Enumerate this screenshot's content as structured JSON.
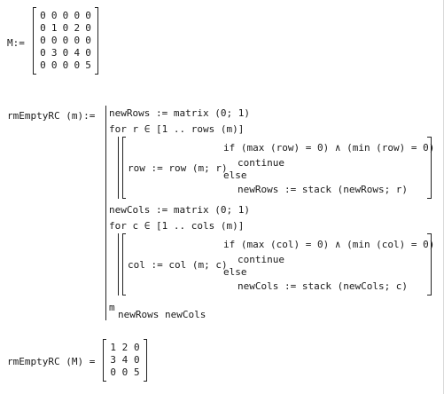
{
  "m_def": {
    "lhs": "M",
    "assign": ":=",
    "rows": [
      [
        "0",
        "0",
        "0",
        "0",
        "0"
      ],
      [
        "0",
        "1",
        "0",
        "2",
        "0"
      ],
      [
        "0",
        "0",
        "0",
        "0",
        "0"
      ],
      [
        "0",
        "3",
        "0",
        "4",
        "0"
      ],
      [
        "0",
        "0",
        "0",
        "0",
        "5"
      ]
    ]
  },
  "fn_def": {
    "name": "rmEmptyRC",
    "param": "m",
    "assign": ":=",
    "line1": "newRows := matrix (0; 1)",
    "for1": "for  r ∈ [1 .. rows (m)]",
    "row_assign": "row := row (m; r)",
    "if1": "if  (max (row) = 0) ∧ (min (row) = 0)",
    "continue1": "continue",
    "else1": "else",
    "stack1": "newRows := stack (newRows; r)",
    "line2": "newCols := matrix (0; 1)",
    "for2": "for  c ∈ [1 .. cols (m)]",
    "col_assign": "col := col (m; c)",
    "if2": "if  (max (col) = 0) ∧ (min (col) = 0)",
    "continue2": "continue",
    "else2": "else",
    "stack2": "newCols := stack (newCols; c)",
    "ret_base": "m",
    "ret_sub": "newRows newCols"
  },
  "result": {
    "lhs": "rmEmptyRC (M) =",
    "rows": [
      [
        "1",
        "2",
        "0"
      ],
      [
        "3",
        "4",
        "0"
      ],
      [
        "0",
        "0",
        "5"
      ]
    ]
  }
}
